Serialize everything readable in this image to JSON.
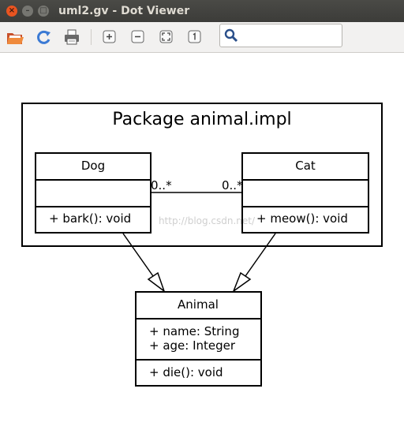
{
  "window": {
    "title": "uml2.gv - Dot Viewer",
    "close_glyph": "×",
    "minimize_glyph": "–",
    "maximize_glyph": "□"
  },
  "toolbar": {
    "buttons": [
      {
        "name": "open-folder-icon"
      },
      {
        "name": "reload-icon"
      },
      {
        "name": "print-icon"
      },
      {
        "name": "zoom-in-icon"
      },
      {
        "name": "zoom-out-icon"
      },
      {
        "name": "zoom-fit-icon"
      },
      {
        "name": "zoom-100-icon"
      }
    ],
    "search_icon": "search-icon",
    "search_value": ""
  },
  "diagram": {
    "package": {
      "title": "Package animal.impl"
    },
    "classes": {
      "dog": {
        "name": "Dog",
        "attributes": "",
        "operations": "+ bark(): void"
      },
      "cat": {
        "name": "Cat",
        "attributes": "",
        "operations": "+ meow(): void"
      },
      "animal": {
        "name": "Animal",
        "attributes": [
          "+ name: String",
          "+ age: Integer"
        ],
        "operations": "+ die(): void"
      }
    },
    "association": {
      "dog_multiplicity": "0..*",
      "cat_multiplicity": "0..*"
    },
    "watermark": "http://blog.csdn.net/"
  },
  "colors": {
    "titlebar": "#3c3c39",
    "close_button": "#e95420",
    "toolbar": "#f2f1f0",
    "diagram_stroke": "#000000"
  }
}
